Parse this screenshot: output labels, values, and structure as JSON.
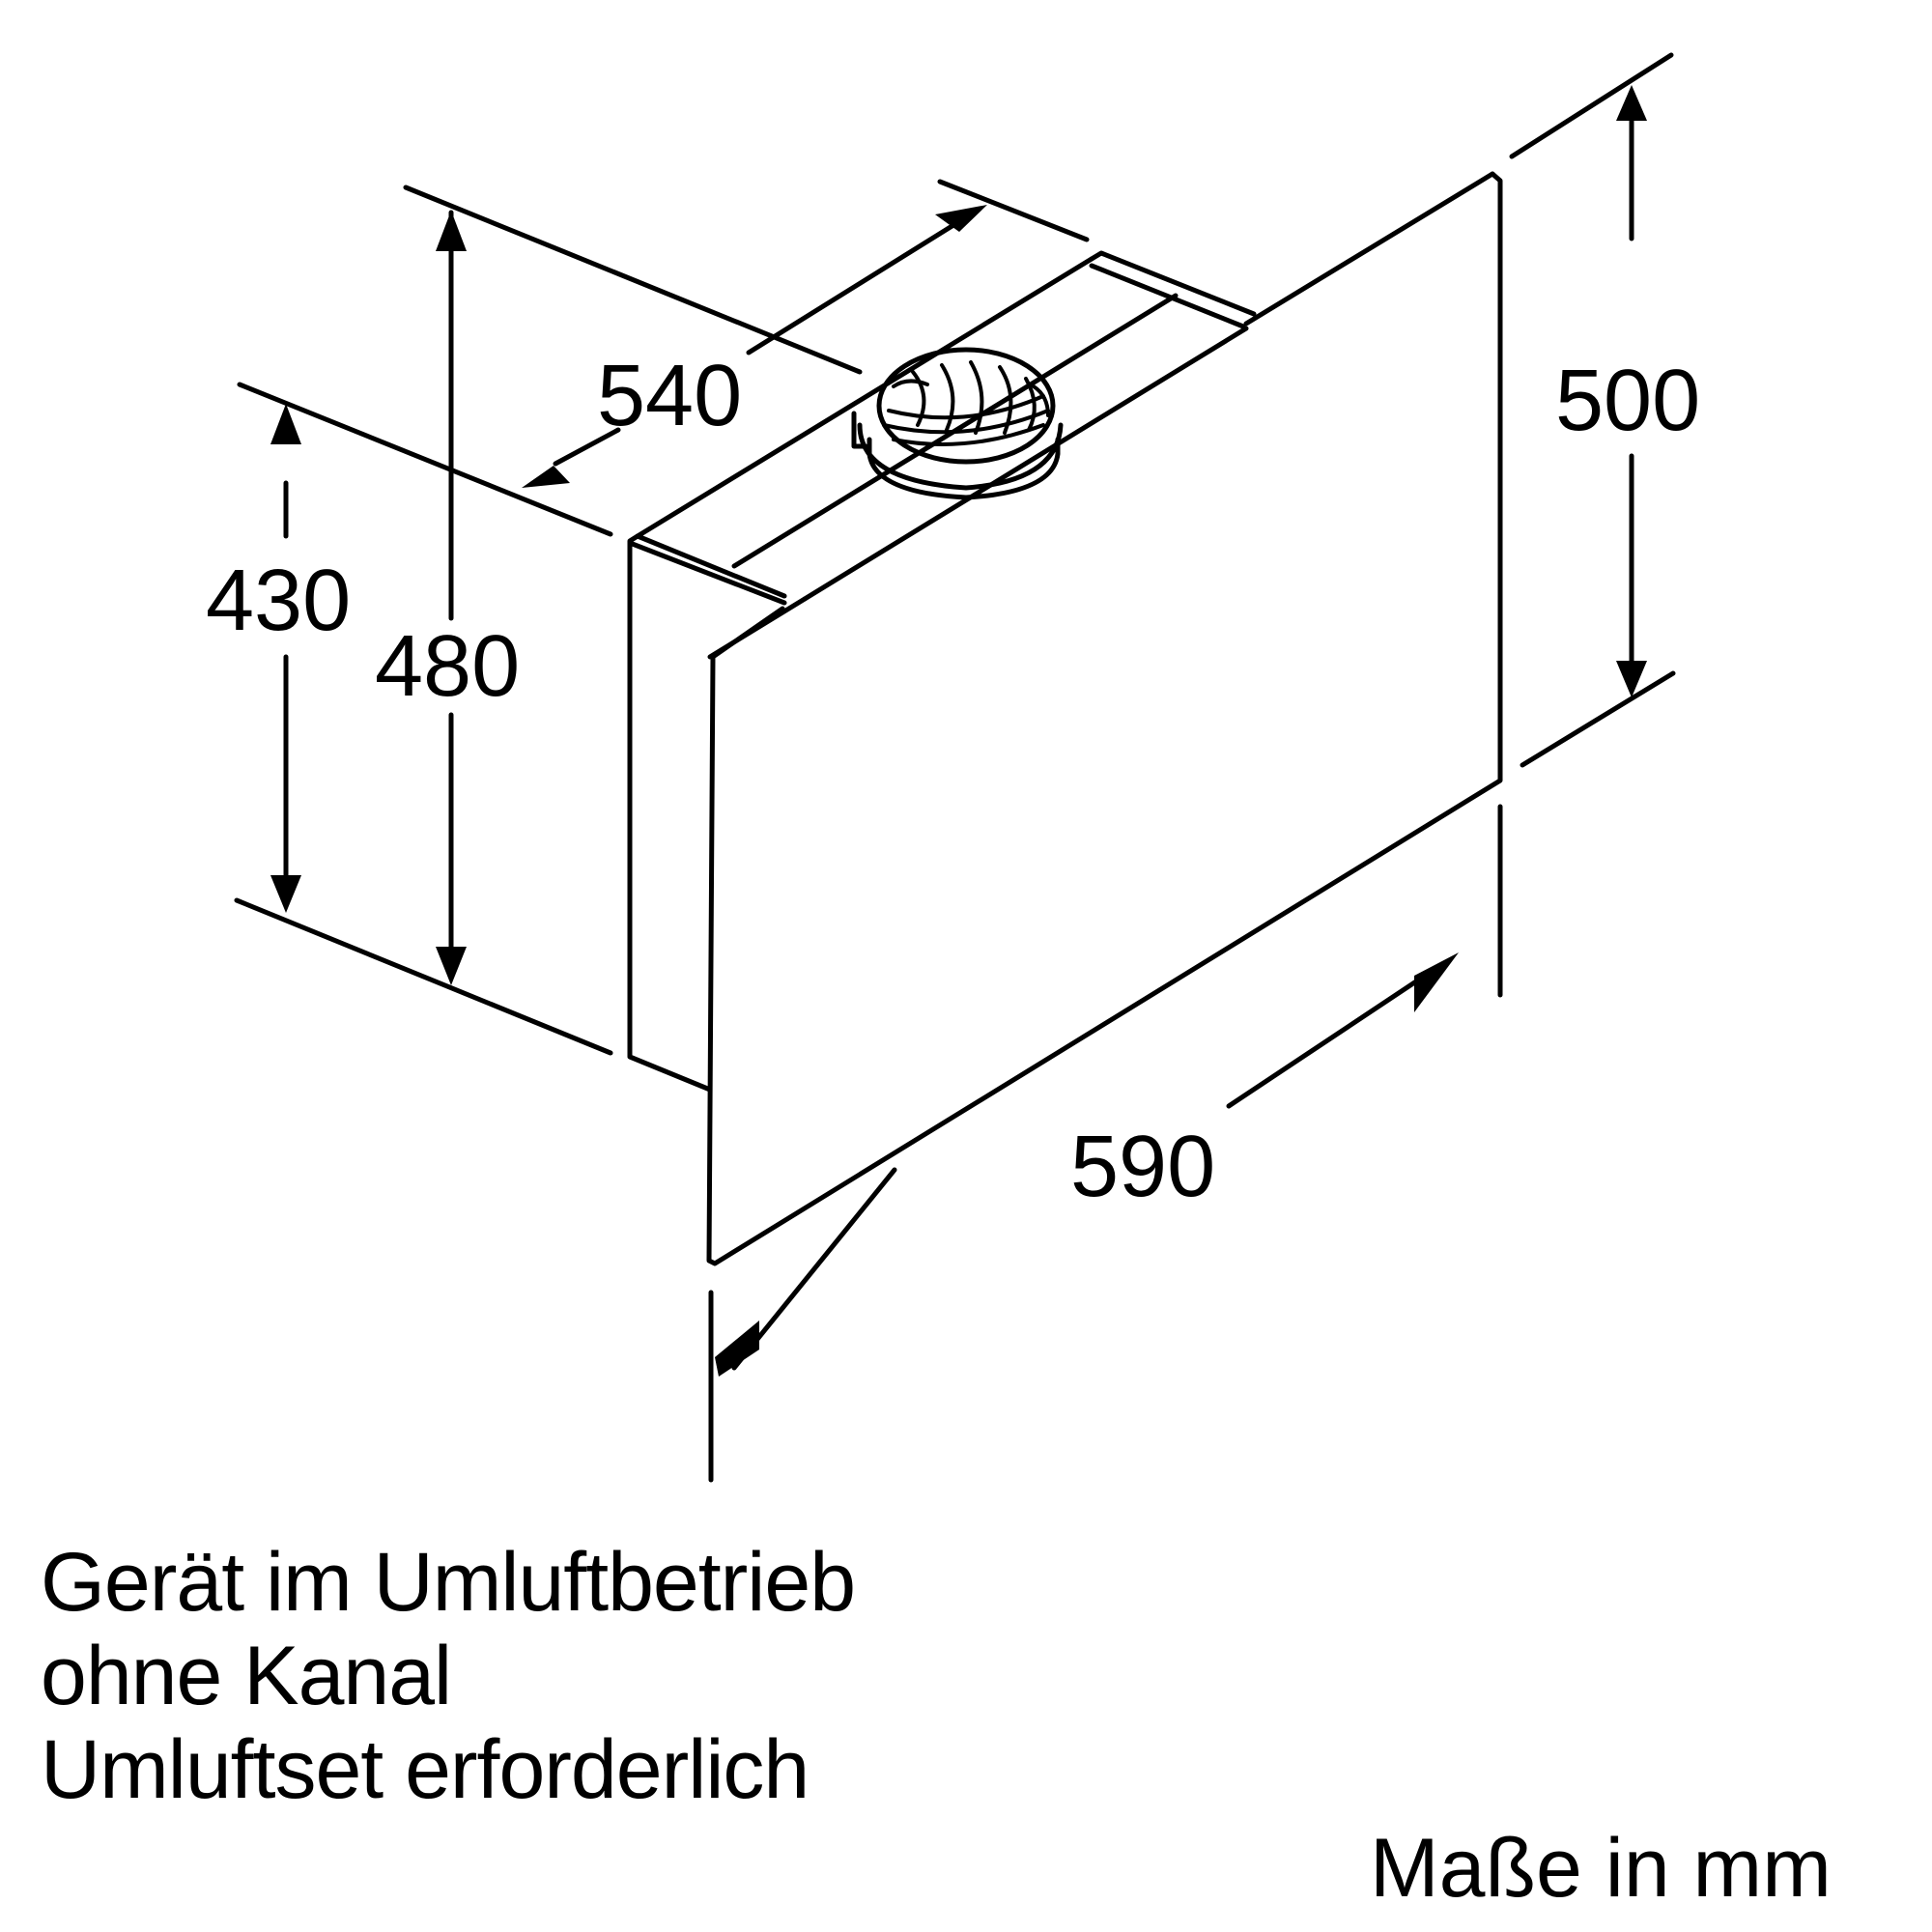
{
  "dimensions": {
    "depth_top": "540",
    "depth_side": "430",
    "depth_total": "480",
    "height": "500",
    "width": "590"
  },
  "notes": {
    "line1": "Gerät im Umluftbetrieb",
    "line2": "ohne Kanal",
    "line3": "Umluftset erforderlich"
  },
  "units_label": "Maße in mm",
  "colors": {
    "line": "#000000",
    "background": "#ffffff"
  }
}
